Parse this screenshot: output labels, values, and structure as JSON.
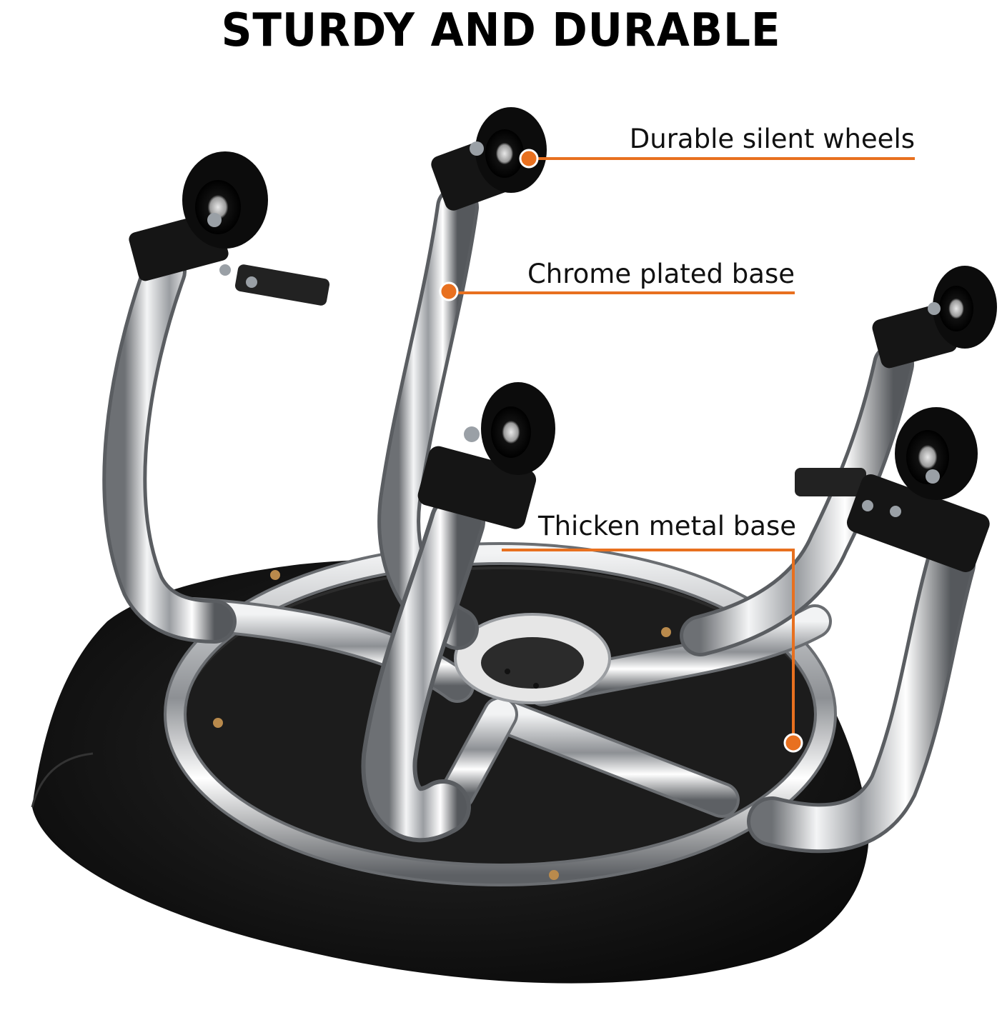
{
  "headline": "STURDY AND DURABLE",
  "colors": {
    "accent": "#e8701f",
    "seat": "#161616",
    "chrome": "#c9ccd0"
  },
  "callouts": [
    {
      "label": "Durable silent wheels"
    },
    {
      "label": "Chrome plated base"
    },
    {
      "label": "Thicken metal base"
    }
  ]
}
